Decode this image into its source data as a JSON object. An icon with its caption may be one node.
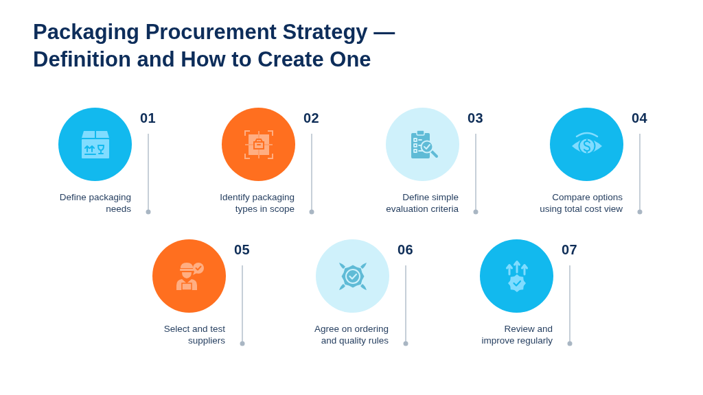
{
  "diagram": {
    "title": "Packaging Procurement Strategy — Definition and How to Create One",
    "nodes": [
      {
        "text": [],
        "shape": "circle",
        "beside": [
          "01",
          "Define packaging needs"
        ]
      },
      {
        "text": [],
        "shape": "circle",
        "beside": [
          "02",
          "Identify packaging types in scope"
        ]
      },
      {
        "text": [],
        "shape": "circle",
        "beside": [
          "03",
          "Define simple evaluation criteria"
        ]
      },
      {
        "text": [],
        "shape": "circle",
        "beside": [
          "04",
          "Compare options using total cost view"
        ]
      },
      {
        "text": [],
        "shape": "circle",
        "beside": [
          "05",
          "Select and test suppliers"
        ]
      },
      {
        "text": [],
        "shape": "circle",
        "beside": [
          "06",
          "Agree on ordering and quality rules"
        ]
      },
      {
        "text": [],
        "shape": "circle",
        "beside": [
          "07",
          "Review and improve regularly"
        ]
      }
    ]
  }
}
